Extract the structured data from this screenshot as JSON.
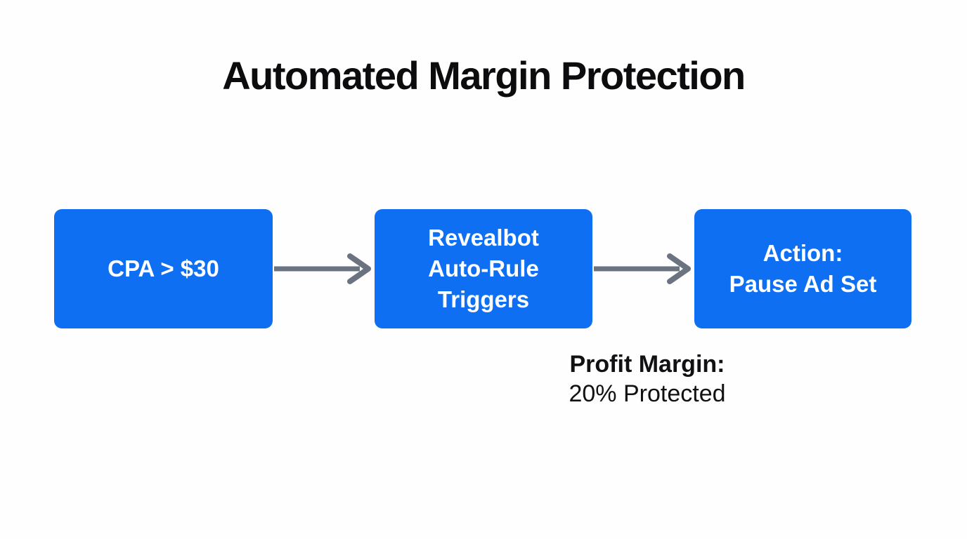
{
  "title": "Automated Margin Protection",
  "flow": {
    "nodes": [
      {
        "id": "cpa-condition",
        "label": "CPA > $30"
      },
      {
        "id": "revealbot-trigger",
        "label": "Revealbot\nAuto-Rule\nTriggers"
      },
      {
        "id": "pause-action",
        "label": "Action:\nPause Ad Set"
      }
    ],
    "arrows": [
      {
        "from": "cpa-condition",
        "to": "revealbot-trigger",
        "direction": "right"
      },
      {
        "from": "revealbot-trigger",
        "to": "pause-action",
        "direction": "right"
      }
    ]
  },
  "annotation": {
    "heading": "Profit Margin:",
    "value": "20% Protected"
  },
  "colors": {
    "box_blue": "#0e6ff2",
    "arrow_gray": "#6b7280",
    "title_text": "#0c0c0e",
    "annotation_text": "#111114",
    "node_text": "#ffffff",
    "background": "#fefefe"
  }
}
